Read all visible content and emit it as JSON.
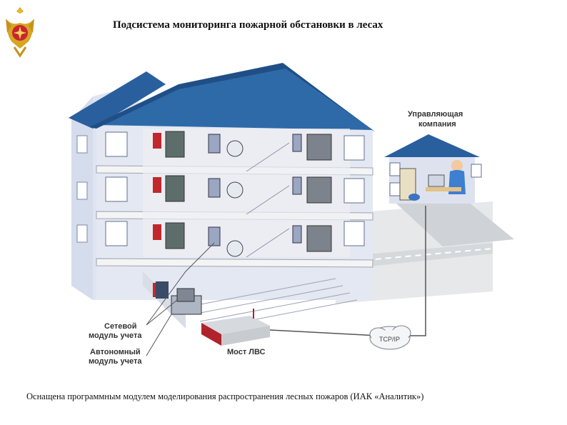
{
  "header": {
    "title": "Подсистема мониторинга пожарной обстановки в лесах"
  },
  "diagram": {
    "management_label_line1": "Управляющая",
    "management_label_line2": "компания",
    "network_module_line1": "Сетевой",
    "network_module_line2": "модуль учета",
    "autonomous_module_line1": "Автономный",
    "autonomous_module_line2": "модуль учета",
    "bridge_label": "Мост ЛВС",
    "cloud_label": "TCP/IP"
  },
  "footer": {
    "caption": "Оснащена программным модулем моделирования распространения лесных пожаров (ИАК «Аналитик»)"
  },
  "colors": {
    "roof": "#2a5f9e",
    "wall": "#dfe4f1",
    "meter_red": "#c2272d",
    "accent_blue": "#3b72c4"
  }
}
